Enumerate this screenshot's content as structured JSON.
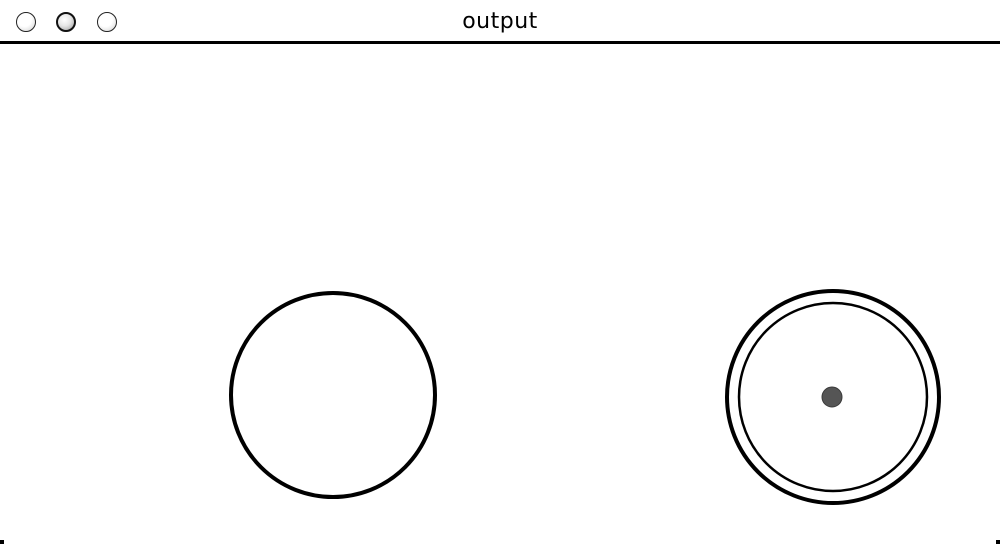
{
  "window": {
    "title": "output",
    "controls": [
      "close-icon",
      "minimize-icon",
      "zoom-icon"
    ]
  },
  "canvas": {
    "background": "#ffffff",
    "shapes": [
      {
        "kind": "circle",
        "name": "left-circle",
        "stroke": "#000000"
      },
      {
        "kind": "ring",
        "name": "right-target",
        "stroke": "#000000",
        "center_dot_color": "#555555"
      }
    ]
  }
}
